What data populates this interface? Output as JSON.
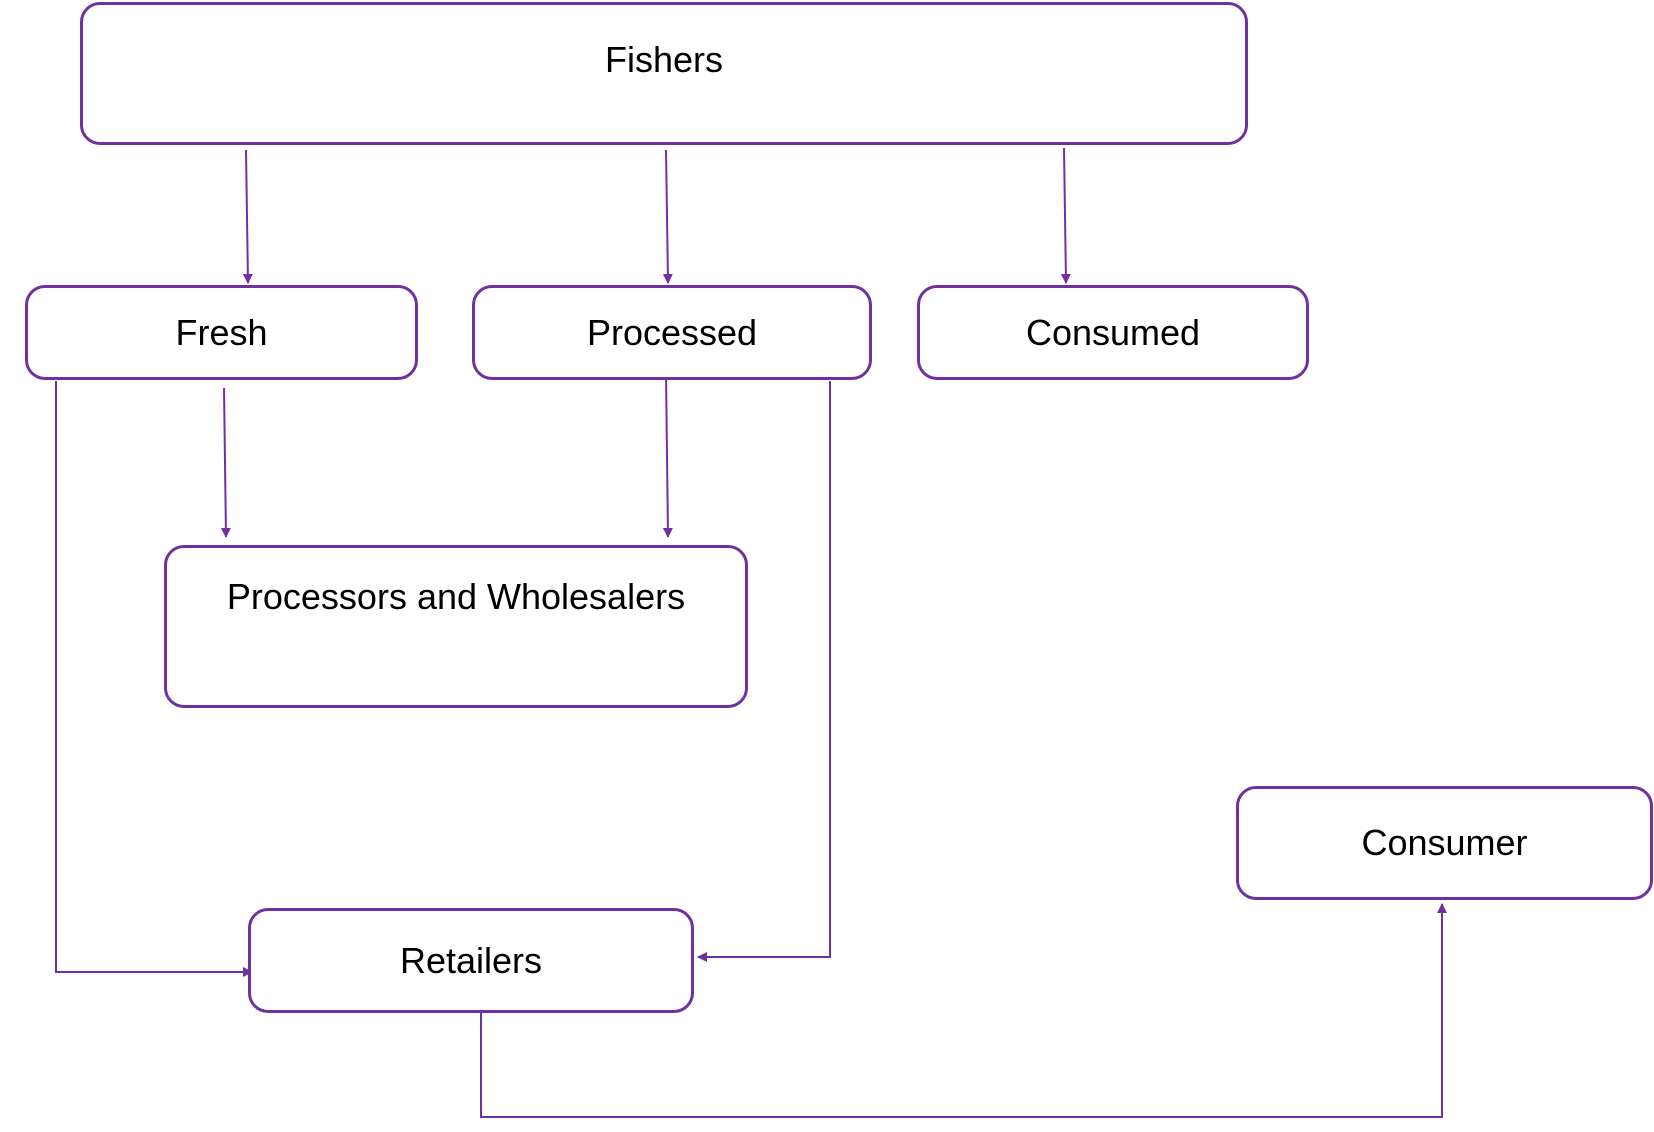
{
  "theme": {
    "stroke_color": "#7030a0",
    "text_color": "#000000",
    "background": "#ffffff"
  },
  "nodes": {
    "fishers": "Fishers",
    "fresh": "Fresh",
    "processed": "Processed",
    "consumed": "Consumed",
    "processors_wholesalers": "Processors and Wholesalers",
    "consumer": "Consumer",
    "retailers": "Retailers"
  },
  "edges": [
    {
      "from": "fishers",
      "to": "fresh"
    },
    {
      "from": "fishers",
      "to": "processed"
    },
    {
      "from": "fishers",
      "to": "consumed"
    },
    {
      "from": "fresh",
      "to": "processors_wholesalers"
    },
    {
      "from": "processed",
      "to": "processors_wholesalers"
    },
    {
      "from": "fresh",
      "to": "retailers"
    },
    {
      "from": "processed",
      "to": "retailers"
    },
    {
      "from": "retailers",
      "to": "consumer"
    }
  ]
}
